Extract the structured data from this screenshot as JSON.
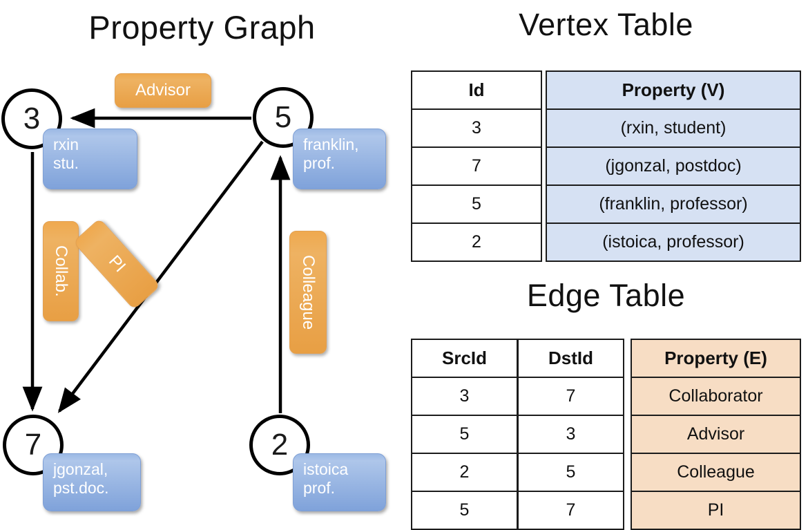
{
  "graph": {
    "title": "Property Graph",
    "nodes": [
      {
        "id": "3",
        "property": "rxin\nstu."
      },
      {
        "id": "5",
        "property": "franklin,\nprof."
      },
      {
        "id": "7",
        "property": "jgonzal,\npst.doc."
      },
      {
        "id": "2",
        "property": "istoica\nprof."
      }
    ],
    "node_labels": {
      "n3": "3",
      "n5": "5",
      "n7": "7",
      "n2": "2"
    },
    "property_labels": {
      "rxin_line1": "rxin",
      "rxin_line2": "stu.",
      "franklin_line1": "franklin,",
      "franklin_line2": "prof.",
      "jgonzal_line1": "jgonzal,",
      "jgonzal_line2": "pst.doc.",
      "istoica_line1": "istoica",
      "istoica_line2": "prof."
    },
    "edge_labels": {
      "advisor": "Advisor",
      "collab": "Collab.",
      "colleague": "Colleague",
      "pi": "PI"
    },
    "edges": [
      {
        "from": "5",
        "to": "3",
        "label": "Advisor"
      },
      {
        "from": "3",
        "to": "7",
        "label": "Collab."
      },
      {
        "from": "5",
        "to": "7",
        "label": "PI"
      },
      {
        "from": "2",
        "to": "5",
        "label": "Colleague"
      }
    ]
  },
  "vertex_table": {
    "title": "Vertex Table",
    "headers": [
      "Id",
      "Property (V)"
    ],
    "rows": [
      {
        "id": "3",
        "property": "(rxin, student)"
      },
      {
        "id": "7",
        "property": "(jgonzal, postdoc)"
      },
      {
        "id": "5",
        "property": "(franklin, professor)"
      },
      {
        "id": "2",
        "property": "(istoica, professor)"
      }
    ]
  },
  "edge_table": {
    "title": "Edge Table",
    "headers": [
      "SrcId",
      "DstId",
      "Property (E)"
    ],
    "rows": [
      {
        "src": "3",
        "dst": "7",
        "property": "Collaborator"
      },
      {
        "src": "5",
        "dst": "3",
        "property": "Advisor"
      },
      {
        "src": "2",
        "dst": "5",
        "property": "Colleague"
      },
      {
        "src": "5",
        "dst": "7",
        "property": "PI"
      }
    ]
  },
  "colors": {
    "vertex_property_fill": "#d6e1f3",
    "edge_property_fill": "#f7ddc4",
    "node_property_box": "#8fb0e0",
    "edge_label_box": "#eca94f",
    "stroke": "#000000",
    "background": "#ffffff"
  }
}
